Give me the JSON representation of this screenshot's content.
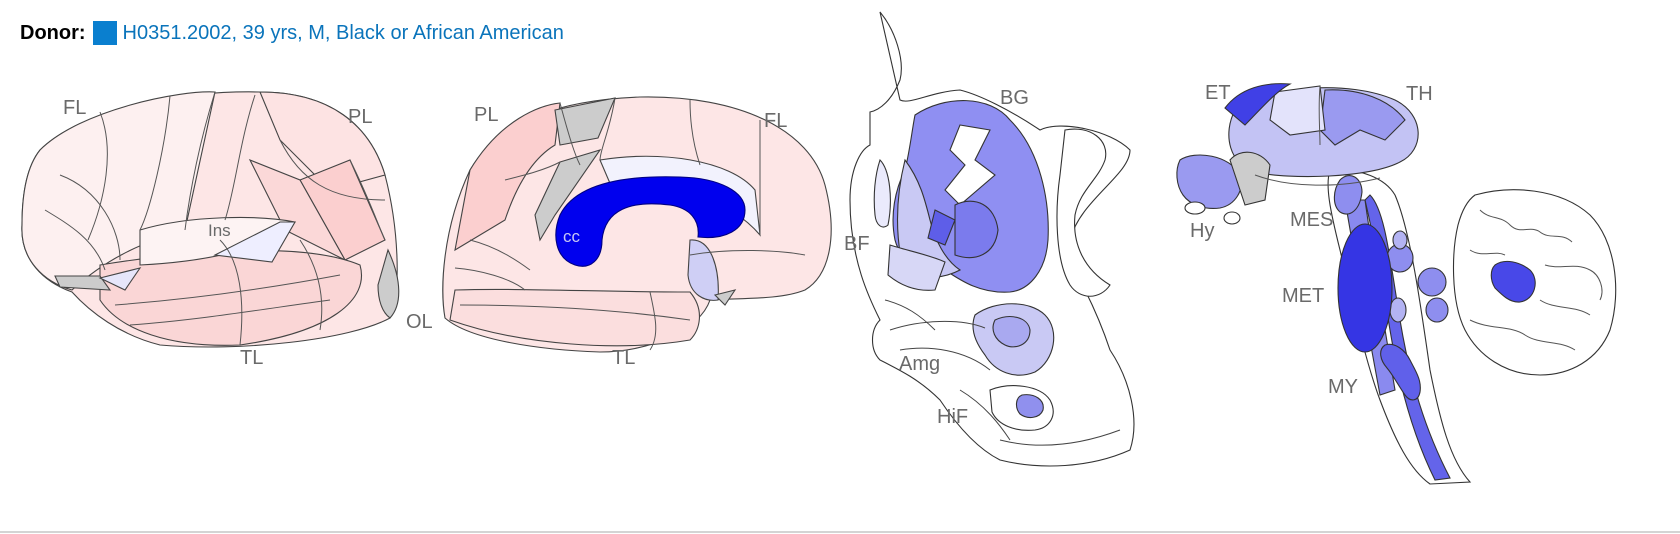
{
  "donor": {
    "label": "Donor:",
    "swatch_color": "#0a7fcf",
    "link_text": "H0351.2002, 39 yrs, M, Black or African American"
  },
  "lateral_view": {
    "labels": {
      "fl": "FL",
      "pl": "PL",
      "ins": "Ins",
      "ol": "OL",
      "tl": "TL"
    }
  },
  "medial_view": {
    "labels": {
      "pl": "PL",
      "fl": "FL",
      "cc": "cc",
      "tl": "TL"
    }
  },
  "coronal_view": {
    "labels": {
      "bg": "BG",
      "bf": "BF",
      "amg": "Amg",
      "hif": "HiF"
    }
  },
  "sagittal_view": {
    "labels": {
      "et": "ET",
      "th": "TH",
      "hy": "Hy",
      "mes": "MES",
      "met": "MET",
      "my": "MY"
    }
  },
  "colors": {
    "very_light_pink": "#fdf0f0",
    "light_pink": "#fde3e3",
    "pink": "#fbd2d2",
    "gray_region": "#cccccc",
    "strong_blue": "#0000ee",
    "medium_blue": "#8a8aee",
    "light_blue": "#c8c8f4",
    "pale_blue": "#e6e6fa"
  }
}
